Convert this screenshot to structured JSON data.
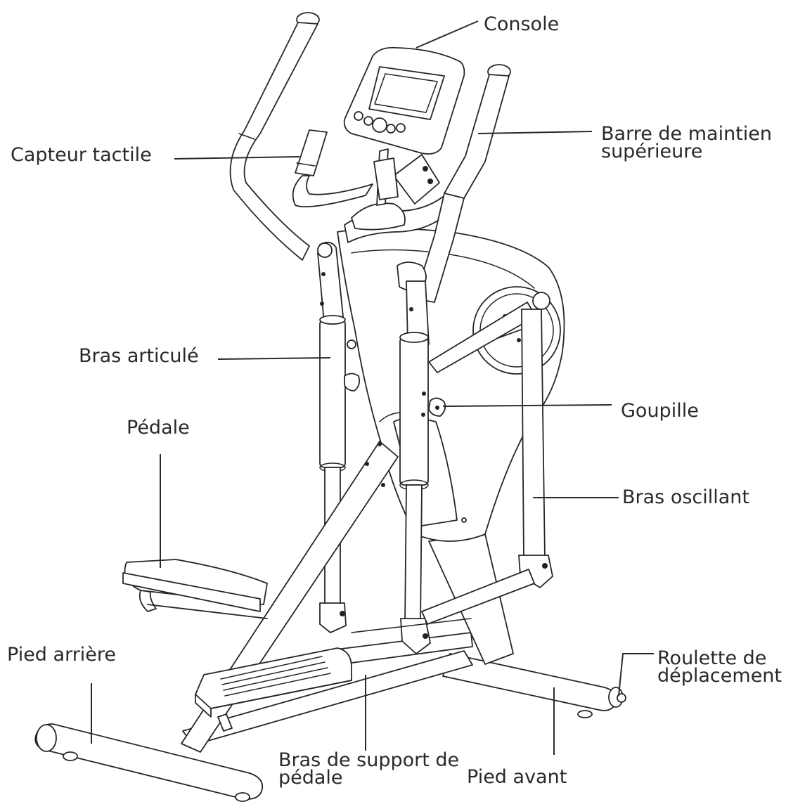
{
  "labels": {
    "console": "Console",
    "barre_line1": "Barre de maintien",
    "barre_line2": "supérieure",
    "capteur": "Capteur tactile",
    "bras_articule": "Bras articulé",
    "goupille": "Goupille",
    "pedale": "Pédale",
    "bras_oscillant": "Bras oscillant",
    "pied_arriere": "Pied arrière",
    "roulette_line1": "Roulette de",
    "roulette_line2": "déplacement",
    "bras_support_line1": "Bras de support de",
    "bras_support_line2": "pédale",
    "pied_avant": "Pied avant"
  },
  "colors": {
    "line": "#262626",
    "text": "#2a2a2a",
    "background": "#ffffff"
  }
}
